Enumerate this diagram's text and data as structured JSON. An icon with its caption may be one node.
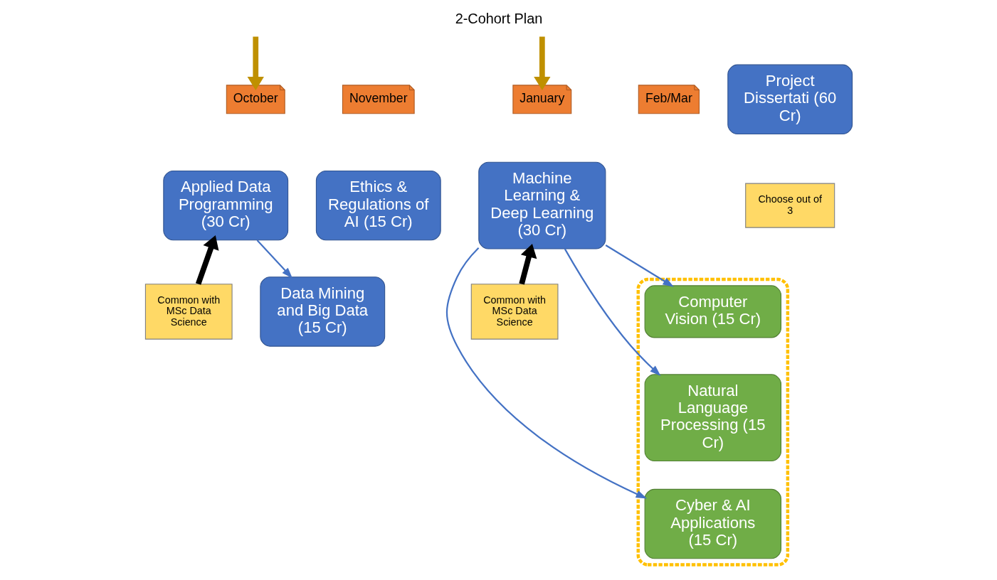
{
  "diagram": {
    "title": "2-Cohort Plan",
    "nodes": [
      {
        "text": [
          "October"
        ]
      },
      {
        "text": [
          "November"
        ]
      },
      {
        "text": [
          "January"
        ]
      },
      {
        "text": [
          "Feb/Mar"
        ]
      },
      {
        "text": [
          "Project Dissertati (60 Cr)"
        ]
      },
      {
        "text": [
          "Applied Data Programming (30 Cr)"
        ]
      },
      {
        "text": [
          "Ethics & Regulations of AI (15 Cr)"
        ]
      },
      {
        "text": [
          "Machine Learning & Deep Learning (30 Cr)"
        ]
      },
      {
        "text": [],
        "shape": "box"
      },
      {
        "text": [
          "Computer Vision (15 Cr)"
        ],
        "in": 8
      },
      {
        "text": [
          "Natural Language Processing (15 Cr)"
        ],
        "in": 8
      },
      {
        "text": [
          "Cyber & AI Applications (15 Cr)"
        ],
        "in": 8
      },
      {
        "text": [
          "Choose out of 3"
        ]
      },
      {
        "text": [
          "Common with MSc Data Science"
        ]
      },
      {
        "text": [
          "Data Mining and Big Data (15 Cr)"
        ]
      },
      {
        "text": [
          "Common with MSc Data Science"
        ]
      }
    ],
    "edges": [
      {
        "from": null,
        "to": 0,
        "arrow": "to",
        "style": "thick",
        "color": "#bf9000"
      },
      {
        "from": null,
        "to": 2,
        "arrow": "to",
        "style": "thick",
        "color": "#bf9000"
      },
      {
        "from": 13,
        "to": 5,
        "arrow": "to",
        "style": "thick",
        "color": "#000000"
      },
      {
        "from": 15,
        "to": 7,
        "arrow": "to",
        "style": "thick",
        "color": "#000000"
      },
      {
        "from": 5,
        "to": 14,
        "arrow": "to"
      },
      {
        "from": 7,
        "to": 9,
        "arrow": "to"
      },
      {
        "from": 7,
        "to": 10,
        "arrow": "to"
      },
      {
        "from": 7,
        "to": 11,
        "arrow": "to"
      }
    ]
  }
}
